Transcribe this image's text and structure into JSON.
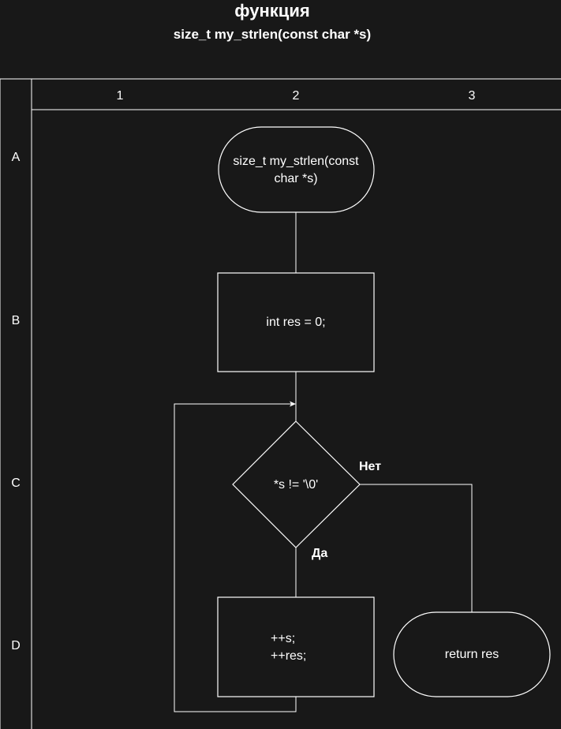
{
  "title": "функция",
  "subtitle": "size_t my_strlen(const char *s)",
  "grid": {
    "columns": [
      "1",
      "2",
      "3"
    ],
    "rows": [
      "A",
      "B",
      "C",
      "D"
    ]
  },
  "nodes": {
    "start": {
      "line1": "size_t my_strlen(const",
      "line2": "char *s)"
    },
    "init": {
      "text": "int res = 0;"
    },
    "condition": {
      "text": "*s != '\\0'"
    },
    "loop_body": {
      "line1": "++s;",
      "line2": "++res;"
    },
    "end": {
      "text": "return res"
    }
  },
  "edges": {
    "yes_label": "Да",
    "no_label": "Нет"
  },
  "colors": {
    "background": "#181818",
    "stroke": "#ffffff",
    "text": "#ffffff"
  }
}
